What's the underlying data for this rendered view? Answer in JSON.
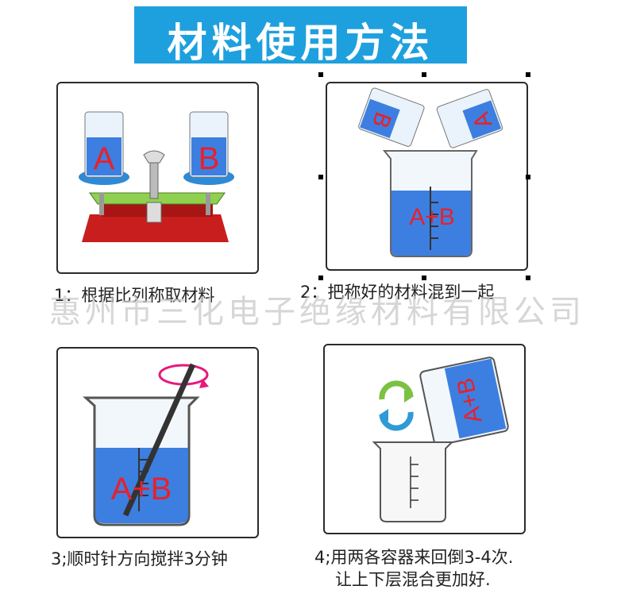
{
  "title": "材料使用方法",
  "watermark": "惠州市三化电子绝缘材料有限公司",
  "steps": [
    {
      "caption": "1：根据比列称取材料",
      "labels": [
        "A",
        "B"
      ]
    },
    {
      "caption": "2：把称好的材料混到一起",
      "labels": [
        "B",
        "A",
        "A+B"
      ]
    },
    {
      "caption": "3;顺时针方向搅拌3分钟",
      "labels": [
        "A+B"
      ]
    },
    {
      "caption": "4;用两各容器来回倒3-4次.",
      "caption2": "让上下层混合更加好.",
      "labels": [
        "A+B"
      ]
    }
  ],
  "colors": {
    "banner": "#1ea0de",
    "label_red": "#e8202b",
    "liquid": "#3d7fe0"
  }
}
